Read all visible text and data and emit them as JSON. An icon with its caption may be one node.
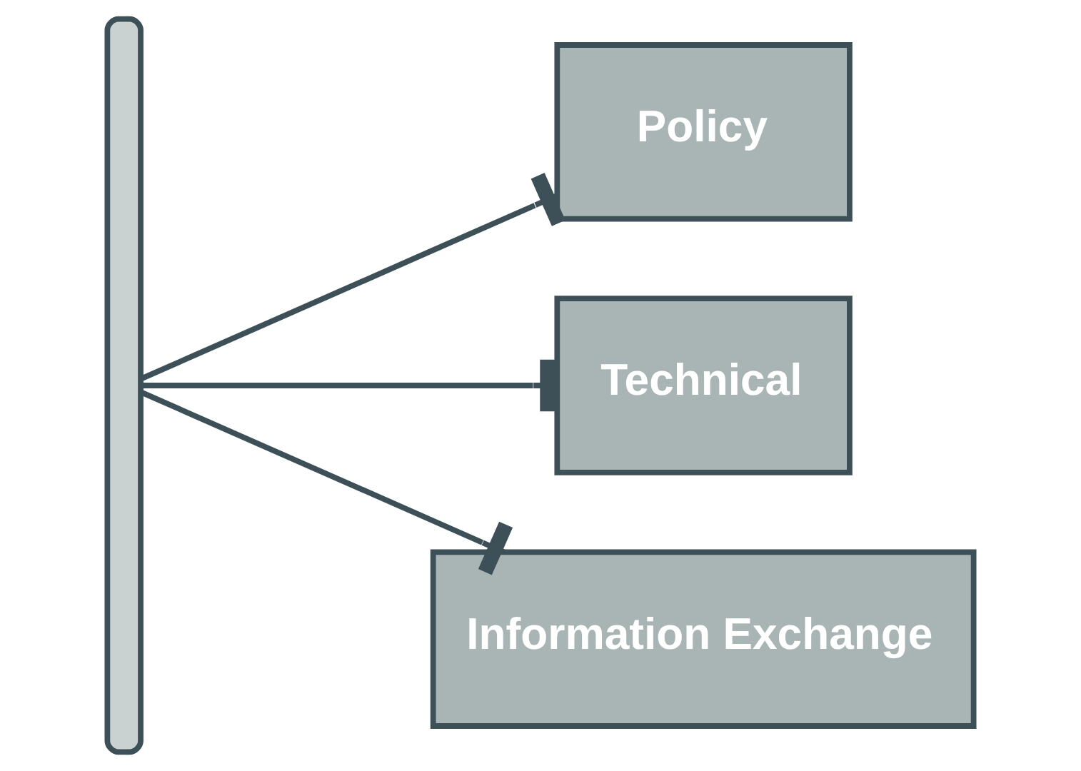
{
  "diagram": {
    "nodes": [
      {
        "text": [],
        "shape": "bar"
      },
      {
        "text": [
          "Policy"
        ]
      },
      {
        "text": [
          "Technical"
        ]
      },
      {
        "text": [
          "Information Exchange"
        ]
      }
    ],
    "edges": [
      {
        "from": 0,
        "to": 1,
        "arrow": "other"
      },
      {
        "from": 0,
        "to": 2,
        "arrow": "other"
      },
      {
        "from": 0,
        "to": 3,
        "arrow": "other"
      }
    ]
  }
}
